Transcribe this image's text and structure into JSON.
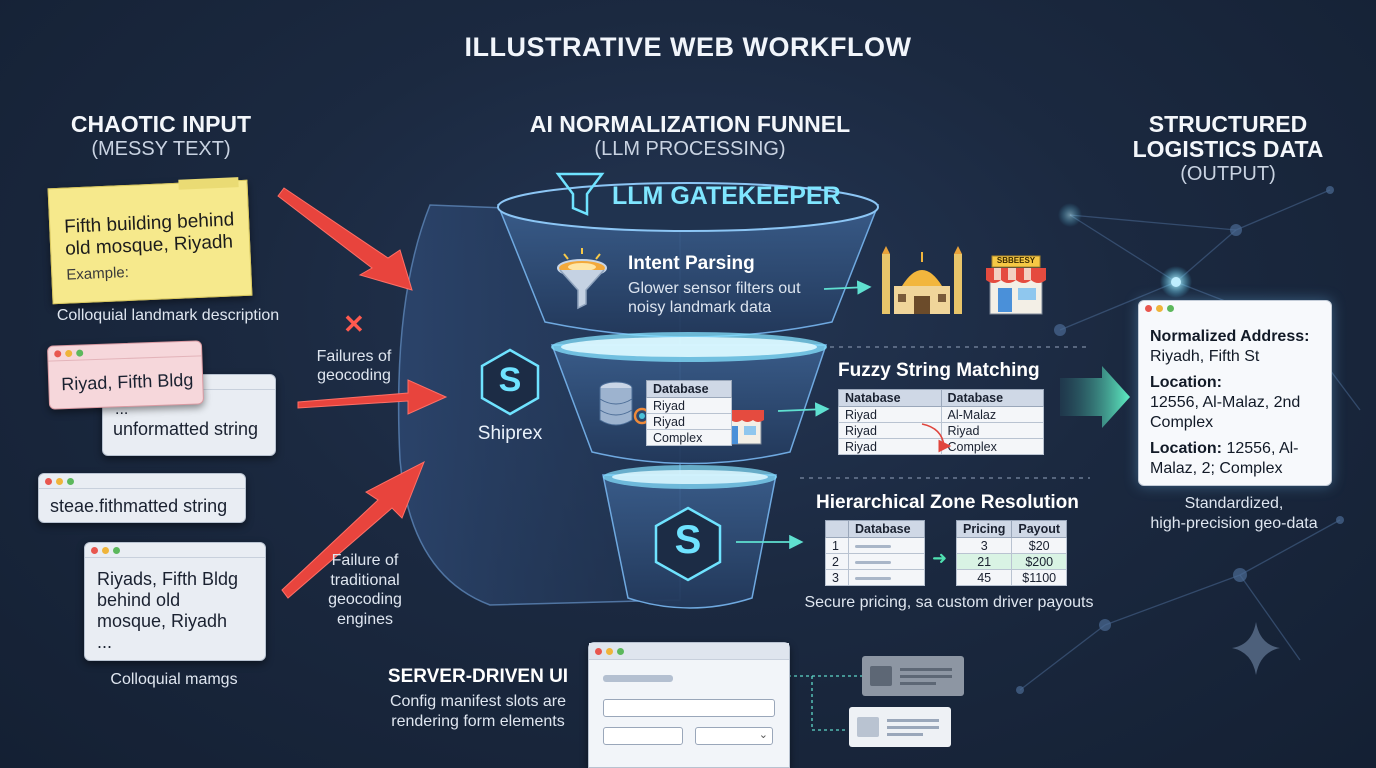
{
  "title": "ILLUSTRATIVE WEB WORKFLOW",
  "left": {
    "heading": "CHAOTIC INPUT",
    "subheading": "(MESSY TEXT)",
    "note_text": "Fifth building behind old mosque, Riyadh",
    "note_example": "Example:",
    "note_caption": "Colloquial landmark description",
    "card1": "Riyad, Fifth Bldg",
    "card2_dots": "...",
    "card2": "unformatted string",
    "card3": "steae.fithmatted string",
    "card4_l1": "Riyads, Fifth Bldg",
    "card4_l2": "behind old",
    "card4_l3": "mosque, Riyadh",
    "card4_l4": "...",
    "card4_caption": "Colloquial mamgs",
    "fail1_mark": "✕",
    "fail1_l1": "Failures of",
    "fail1_l2": "geocoding",
    "fail2_l1": "Failure of",
    "fail2_l2": "traditional",
    "fail2_l3": "geocoding",
    "fail2_l4": "engines"
  },
  "center": {
    "heading": "AI NORMALIZATION FUNNEL",
    "subheading": "(LLM PROCESSING)",
    "gatekeeper": "LLM GATEKEEPER",
    "brand": "Shiprex",
    "brand_glyph": "S",
    "intent_title": "Intent Parsing",
    "intent_l1": "Glower sensor filters out",
    "intent_l2": "noisy landmark data",
    "shop_sign": "SBBEESY",
    "db_table": {
      "header": "Database",
      "rows": [
        "Riyad",
        "Riyad",
        "Complex"
      ]
    },
    "fuzzy_title": "Fuzzy String Matching",
    "fuzzy_table": {
      "headers": [
        "Natabase",
        "Database"
      ],
      "rows": [
        [
          "Riyad",
          "Al-Malaz"
        ],
        [
          "Riyad",
          "Riyad"
        ],
        [
          "Riyad",
          "Complex"
        ]
      ]
    },
    "zone_title": "Hierarchical Zone Resolution",
    "zone_db": {
      "headers": [
        "",
        "Database"
      ],
      "rows": [
        "1",
        "2",
        "3"
      ]
    },
    "zone_pricing": {
      "headers": [
        "Pricing",
        "Payout"
      ],
      "rows": [
        [
          "3",
          "$20"
        ],
        [
          "21",
          "$200"
        ],
        [
          "45",
          "$1100"
        ]
      ]
    },
    "zone_caption": "Secure pricing, sa custom driver payouts",
    "sdui_title": "SERVER-DRIVEN UI",
    "sdui_l1": "Config manifest slots are",
    "sdui_l2": "rendering form elements"
  },
  "right": {
    "heading_l1": "STRUCTURED",
    "heading_l2": "LOGISTICS DATA",
    "subheading": "(OUTPUT)",
    "addr_label": "Normalized Address:",
    "addr_value": "Riyadh, Fifth St",
    "loc1_label": "Location:",
    "loc1_value": "12556, Al-Malaz, 2nd Complex",
    "loc2_label": "Location:",
    "loc2_value": "12556, Al-Malaz, 2; Complex",
    "caption_l1": "Standardized,",
    "caption_l2": "high-precision geo-data"
  },
  "colors": {
    "background": "#1b2940",
    "accent_cyan": "#6fe3ff",
    "accent_teal": "#38d6b8",
    "error_red": "#ff4d47",
    "note_yellow": "#f6e98c"
  }
}
